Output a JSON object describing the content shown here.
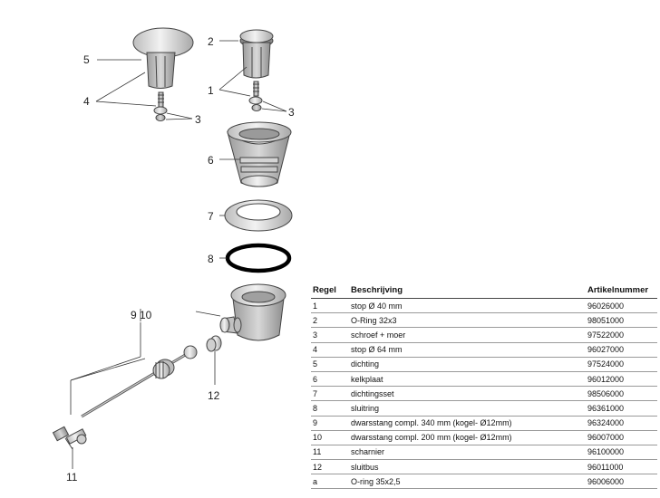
{
  "callouts": {
    "c5": "5",
    "c4": "4",
    "c3a": "3",
    "c2": "2",
    "c1": "1",
    "c3b": "3",
    "c6": "6",
    "c7": "7",
    "c8": "8",
    "c9_10": "9 10",
    "c12": "12",
    "c11": "11"
  },
  "table": {
    "headers": {
      "regel": "Regel",
      "beschrijving": "Beschrijving",
      "artikelnummer": "Artikelnummer"
    },
    "rows": [
      {
        "regel": "1",
        "beschrijving": "stop Ø 40 mm",
        "artikelnummer": "96026000"
      },
      {
        "regel": "2",
        "beschrijving": "O-Ring 32x3",
        "artikelnummer": "98051000"
      },
      {
        "regel": "3",
        "beschrijving": "schroef + moer",
        "artikelnummer": "97522000"
      },
      {
        "regel": "4",
        "beschrijving": "stop Ø 64 mm",
        "artikelnummer": "96027000"
      },
      {
        "regel": "5",
        "beschrijving": "dichting",
        "artikelnummer": "97524000"
      },
      {
        "regel": "6",
        "beschrijving": "kelkplaat",
        "artikelnummer": "96012000"
      },
      {
        "regel": "7",
        "beschrijving": "dichtingsset",
        "artikelnummer": "98506000"
      },
      {
        "regel": "8",
        "beschrijving": "sluitring",
        "artikelnummer": "96361000"
      },
      {
        "regel": "9",
        "beschrijving": "dwarsstang compl. 340 mm (kogel- Ø12mm)",
        "artikelnummer": "96324000"
      },
      {
        "regel": "10",
        "beschrijving": "dwarsstang compl. 200 mm (kogel- Ø12mm)",
        "artikelnummer": "96007000"
      },
      {
        "regel": "11",
        "beschrijving": "scharnier",
        "artikelnummer": "96100000"
      },
      {
        "regel": "12",
        "beschrijving": "sluitbus",
        "artikelnummer": "96011000"
      },
      {
        "regel": "a",
        "beschrijving": "O-ring 35x2,5",
        "artikelnummer": "96006000"
      }
    ]
  }
}
